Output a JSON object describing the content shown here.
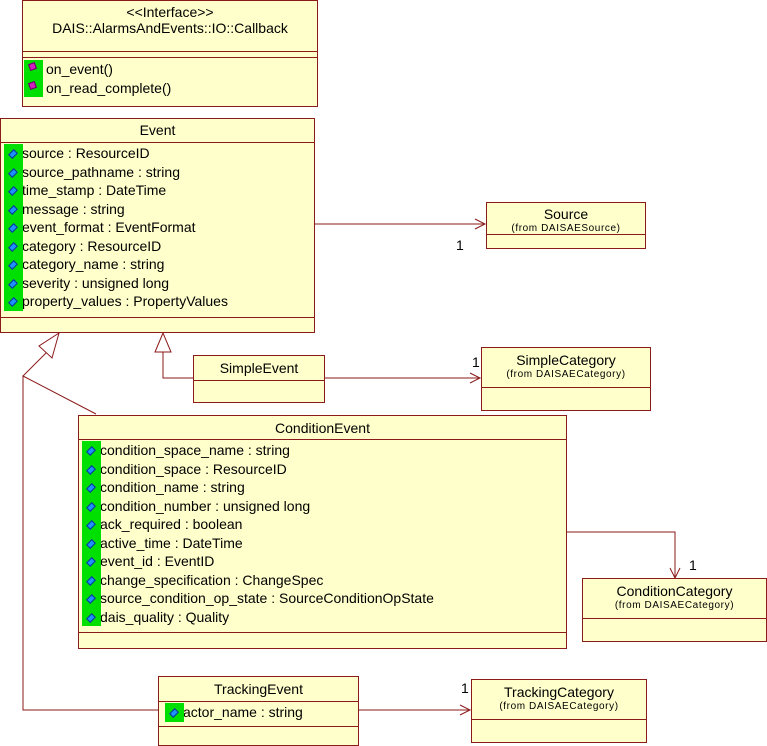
{
  "callback": {
    "stereotype": "<<Interface>>",
    "name": "DAIS::AlarmsAndEvents::IO::Callback",
    "operations": [
      "on_event()",
      "on_read_complete()"
    ]
  },
  "event": {
    "name": "Event",
    "attributes": [
      "source : ResourceID",
      "source_pathname : string",
      "time_stamp : DateTime",
      "message : string",
      "event_format : EventFormat",
      "category : ResourceID",
      "category_name : string",
      "severity : unsigned long",
      "property_values : PropertyValues"
    ]
  },
  "source": {
    "name": "Source",
    "from": "(from DAISAESource)"
  },
  "simple_event": {
    "name": "SimpleEvent"
  },
  "simple_category": {
    "name": "SimpleCategory",
    "from": "(from DAISAECategory)"
  },
  "condition_event": {
    "name": "ConditionEvent",
    "attributes": [
      "condition_space_name : string",
      "condition_space : ResourceID",
      "condition_name : string",
      "condition_number : unsigned long",
      "ack_required : boolean",
      "active_time : DateTime",
      "event_id : EventID",
      "change_specification : ChangeSpec",
      "source_condition_op_state : SourceConditionOpState",
      "dais_quality : Quality"
    ]
  },
  "condition_category": {
    "name": "ConditionCategory",
    "from": "(from DAISAECategory)"
  },
  "tracking_event": {
    "name": "TrackingEvent",
    "attributes": [
      "actor_name : string"
    ]
  },
  "tracking_category": {
    "name": "TrackingCategory",
    "from": "(from DAISAECategory)"
  },
  "multiplicities": {
    "source": "1",
    "simple_category": "1",
    "condition_category": "1",
    "tracking_category": "1"
  }
}
